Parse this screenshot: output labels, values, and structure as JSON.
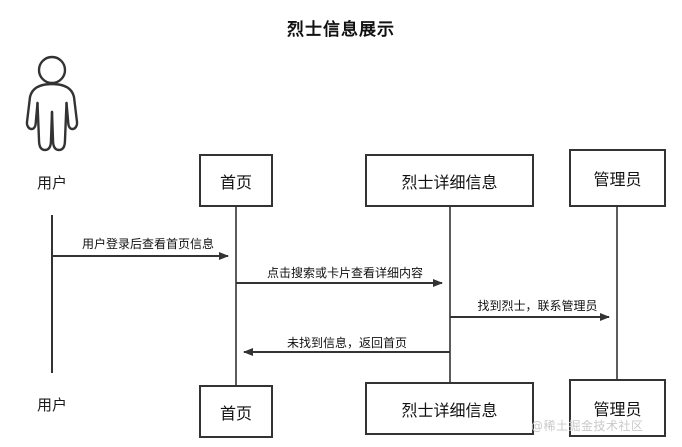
{
  "page": {
    "title": "烈士信息展示",
    "background": "#ffffff",
    "line_color": "#333333",
    "text_color": "#111111",
    "watermark": "@稀土掘金技术社区",
    "watermark_color": "#c9c9c9"
  },
  "actor": {
    "icon": "actor-person-icon",
    "top_label": "用户",
    "bottom_label": "用户"
  },
  "participants": [
    {
      "name": "home",
      "label": "首页",
      "bottom_label": "首页"
    },
    {
      "name": "martyr-detail",
      "label": "烈士详细信息",
      "bottom_label": "烈士详细信息"
    },
    {
      "name": "admin",
      "label": "管理员",
      "bottom_label": "管理员"
    }
  ],
  "messages": [
    {
      "name": "message-login-view-home",
      "label": "用户登录后查看首页信息",
      "from": "用户",
      "to": "首页",
      "direction": "right"
    },
    {
      "name": "message-search-or-card",
      "label": "点击搜索或卡片查看详细内容",
      "from": "首页",
      "to": "烈士详细信息",
      "direction": "right"
    },
    {
      "name": "message-found-contact-admin",
      "label": "找到烈士，联系管理员",
      "from": "烈士详细信息",
      "to": "管理员",
      "direction": "right"
    },
    {
      "name": "message-not-found-return-home",
      "label": "未找到信息，返回首页",
      "from": "烈士详细信息",
      "to": "首页",
      "direction": "left"
    }
  ]
}
